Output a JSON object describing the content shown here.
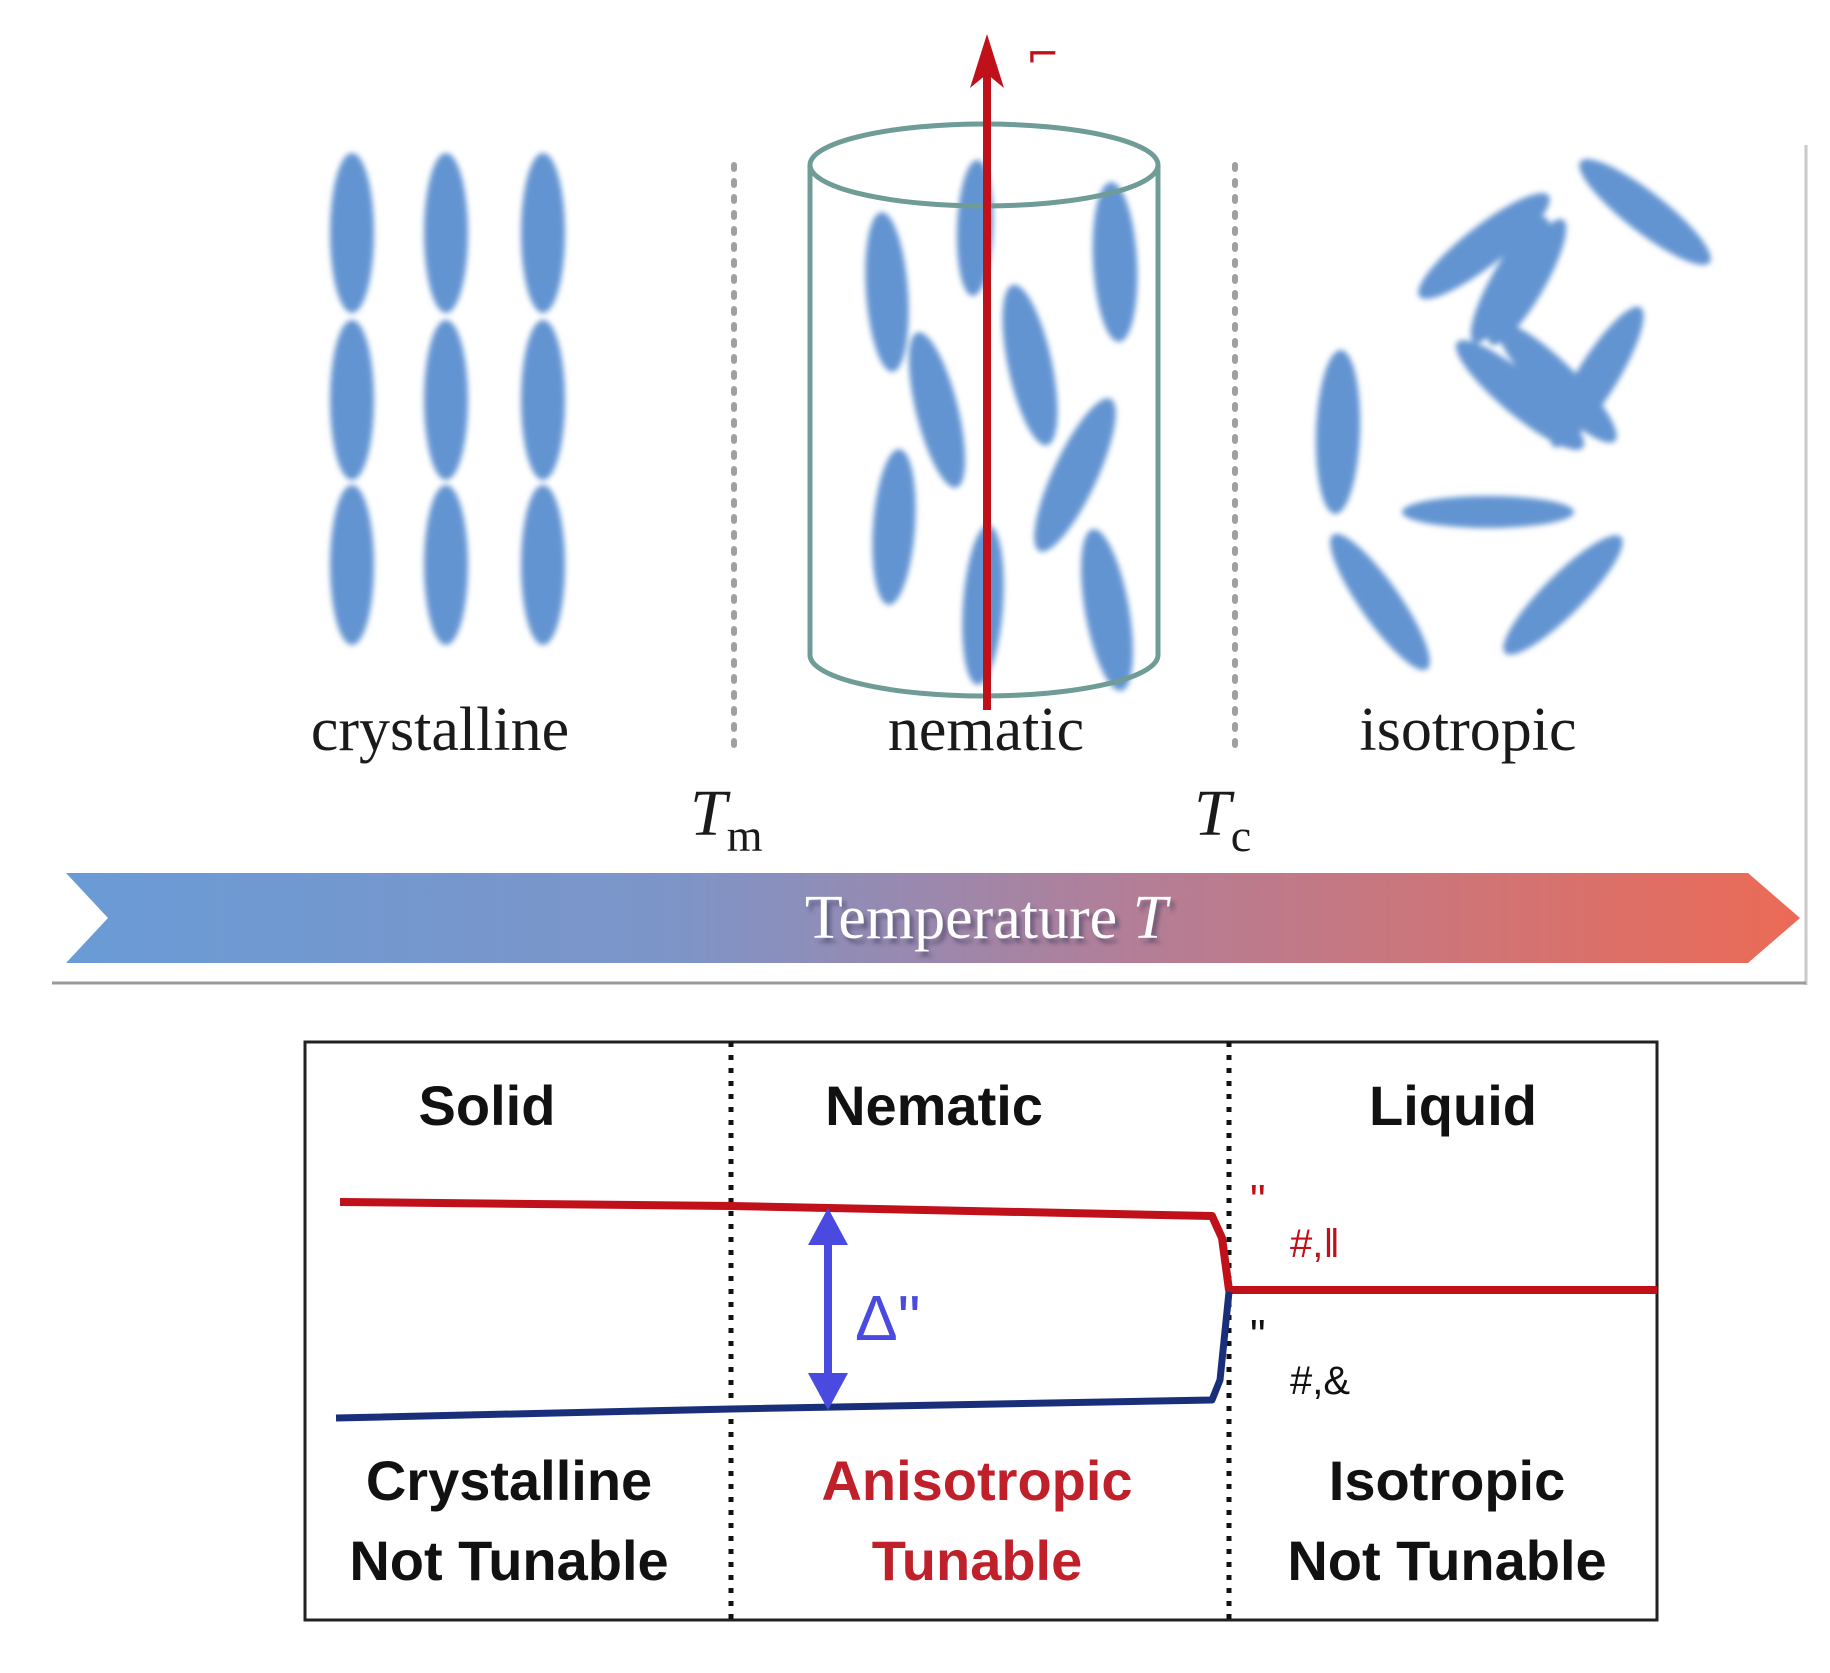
{
  "top_panel": {
    "phases": [
      {
        "label": "crystalline"
      },
      {
        "label": "nematic"
      },
      {
        "label": "isotropic"
      }
    ],
    "transitions": [
      {
        "symbol": "T",
        "subscript": "m"
      },
      {
        "symbol": "T",
        "subscript": "c"
      }
    ],
    "director_label": "⌐",
    "temperature_arrow": {
      "label": "Temperature ",
      "symbol": "T",
      "color_start": "#6a9bd6",
      "color_end": "#ec6a56"
    },
    "molecule_color": "#6494d2"
  },
  "bottom_panel": {
    "headers": [
      "Solid",
      "Nematic",
      "Liquid"
    ],
    "footers": [
      {
        "line1": "Crystalline",
        "line2": "Not Tunable",
        "color": "#111111"
      },
      {
        "line1": "Anisotropic",
        "line2": "Tunable",
        "color": "#c0202a"
      },
      {
        "line1": "Isotropic",
        "line2": "Not Tunable",
        "color": "#111111"
      }
    ],
    "delta_label": "Δ\"",
    "parallel_label": {
      "quote": "\"",
      "sub": "#,‖"
    },
    "perp_label": {
      "quote": "\"",
      "sub": "#,&"
    },
    "colors": {
      "parallel_line": "#c0101a",
      "perp_line": "#1a2f7a",
      "delta_arrow": "#4a4ae0"
    }
  }
}
